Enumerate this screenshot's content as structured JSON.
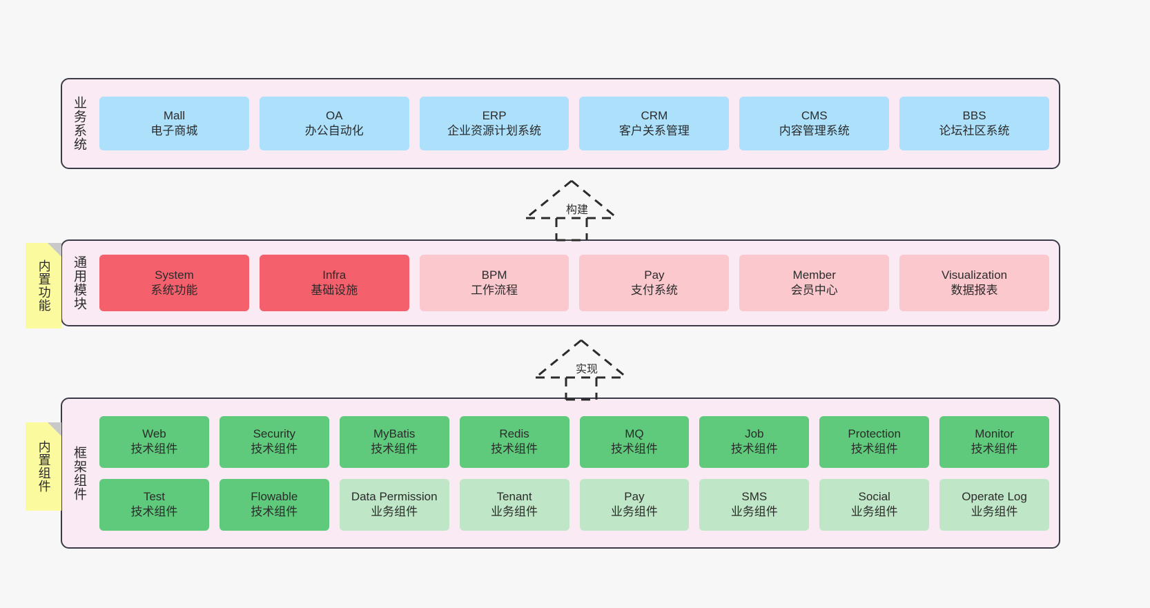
{
  "sections": [
    {
      "id": "business-systems",
      "label": "业务系统",
      "rows": [
        [
          {
            "title": "Mall",
            "subtitle": "电子商城",
            "style": "blue"
          },
          {
            "title": "OA",
            "subtitle": "办公自动化",
            "style": "blue"
          },
          {
            "title": "ERP",
            "subtitle": "企业资源计划系统",
            "style": "blue"
          },
          {
            "title": "CRM",
            "subtitle": "客户关系管理",
            "style": "blue"
          },
          {
            "title": "CMS",
            "subtitle": "内容管理系统",
            "style": "blue"
          },
          {
            "title": "BBS",
            "subtitle": "论坛社区系统",
            "style": "blue"
          }
        ]
      ]
    },
    {
      "id": "common-modules",
      "label": "通用模块",
      "sticky": "内置功能",
      "rows": [
        [
          {
            "title": "System",
            "subtitle": "系统功能",
            "style": "redstrong"
          },
          {
            "title": "Infra",
            "subtitle": "基础设施",
            "style": "redstrong"
          },
          {
            "title": "BPM",
            "subtitle": "工作流程",
            "style": "redlight"
          },
          {
            "title": "Pay",
            "subtitle": "支付系统",
            "style": "redlight"
          },
          {
            "title": "Member",
            "subtitle": "会员中心",
            "style": "redlight"
          },
          {
            "title": "Visualization",
            "subtitle": "数据报表",
            "style": "redlight"
          }
        ]
      ]
    },
    {
      "id": "framework-components",
      "label": "框架组件",
      "sticky": "内置组件",
      "rows": [
        [
          {
            "title": "Web",
            "subtitle": "技术组件",
            "style": "greenstrong"
          },
          {
            "title": "Security",
            "subtitle": "技术组件",
            "style": "greenstrong"
          },
          {
            "title": "MyBatis",
            "subtitle": "技术组件",
            "style": "greenstrong"
          },
          {
            "title": "Redis",
            "subtitle": "技术组件",
            "style": "greenstrong"
          },
          {
            "title": "MQ",
            "subtitle": "技术组件",
            "style": "greenstrong"
          },
          {
            "title": "Job",
            "subtitle": "技术组件",
            "style": "greenstrong"
          },
          {
            "title": "Protection",
            "subtitle": "技术组件",
            "style": "greenstrong"
          },
          {
            "title": "Monitor",
            "subtitle": "技术组件",
            "style": "greenstrong"
          }
        ],
        [
          {
            "title": "Test",
            "subtitle": "技术组件",
            "style": "greenstrong"
          },
          {
            "title": "Flowable",
            "subtitle": "技术组件",
            "style": "greenstrong"
          },
          {
            "title": "Data Permission",
            "subtitle": "业务组件",
            "style": "greenlight"
          },
          {
            "title": "Tenant",
            "subtitle": "业务组件",
            "style": "greenlight"
          },
          {
            "title": "Pay",
            "subtitle": "业务组件",
            "style": "greenlight"
          },
          {
            "title": "SMS",
            "subtitle": "业务组件",
            "style": "greenlight"
          },
          {
            "title": "Social",
            "subtitle": "业务组件",
            "style": "greenlight"
          },
          {
            "title": "Operate Log",
            "subtitle": "业务组件",
            "style": "greenlight"
          }
        ]
      ]
    }
  ],
  "arrows": [
    {
      "id": "build-arrow",
      "label": "构建"
    },
    {
      "id": "implement-arrow",
      "label": "实现"
    }
  ],
  "colors": {
    "canvas": "#f7f7f7",
    "section_fill": "#f9eaf4",
    "section_border": "#3b3b47",
    "blue": "#ace0fb",
    "red_strong": "#f4606c",
    "red_light": "#fbc8cd",
    "green_strong": "#5fc97c",
    "green_light": "#bfe6c6",
    "sticky": "#fcfa9f",
    "sticky_fold": "#c9c9c9"
  }
}
